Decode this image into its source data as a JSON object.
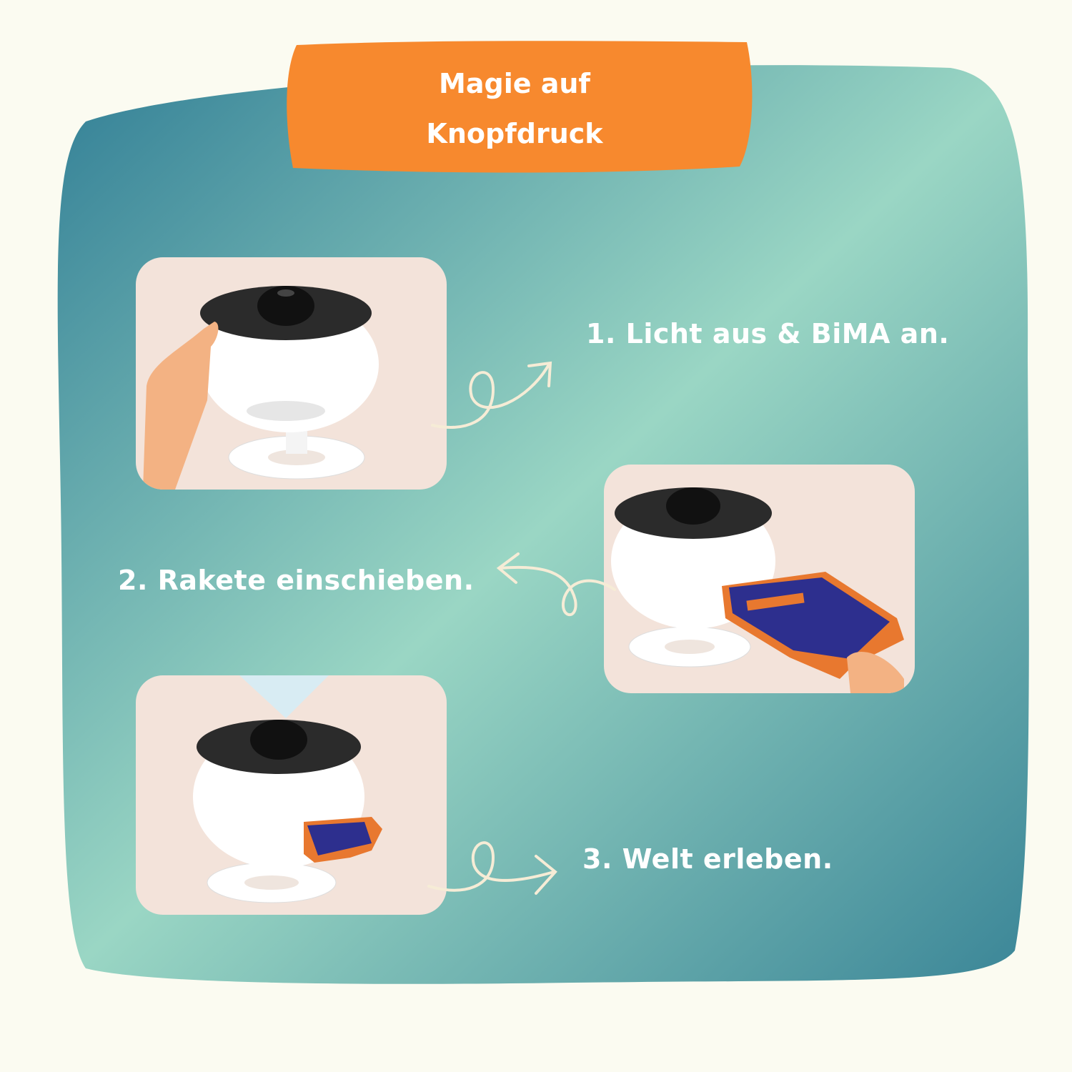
{
  "title": {
    "line1": "Magie auf",
    "line2": "Knopfdruck"
  },
  "steps": [
    {
      "label": "1. Licht aus & BiMA an."
    },
    {
      "label": "2. Rakete einschieben."
    },
    {
      "label": "3. Welt erleben."
    }
  ],
  "colors": {
    "background": "#fbfbf1",
    "banner": "#f7892e",
    "teal_dark": "#3a8597",
    "teal_light": "#9ad6c4",
    "card": "#f3e3da",
    "arrow": "#f6ecd6"
  }
}
